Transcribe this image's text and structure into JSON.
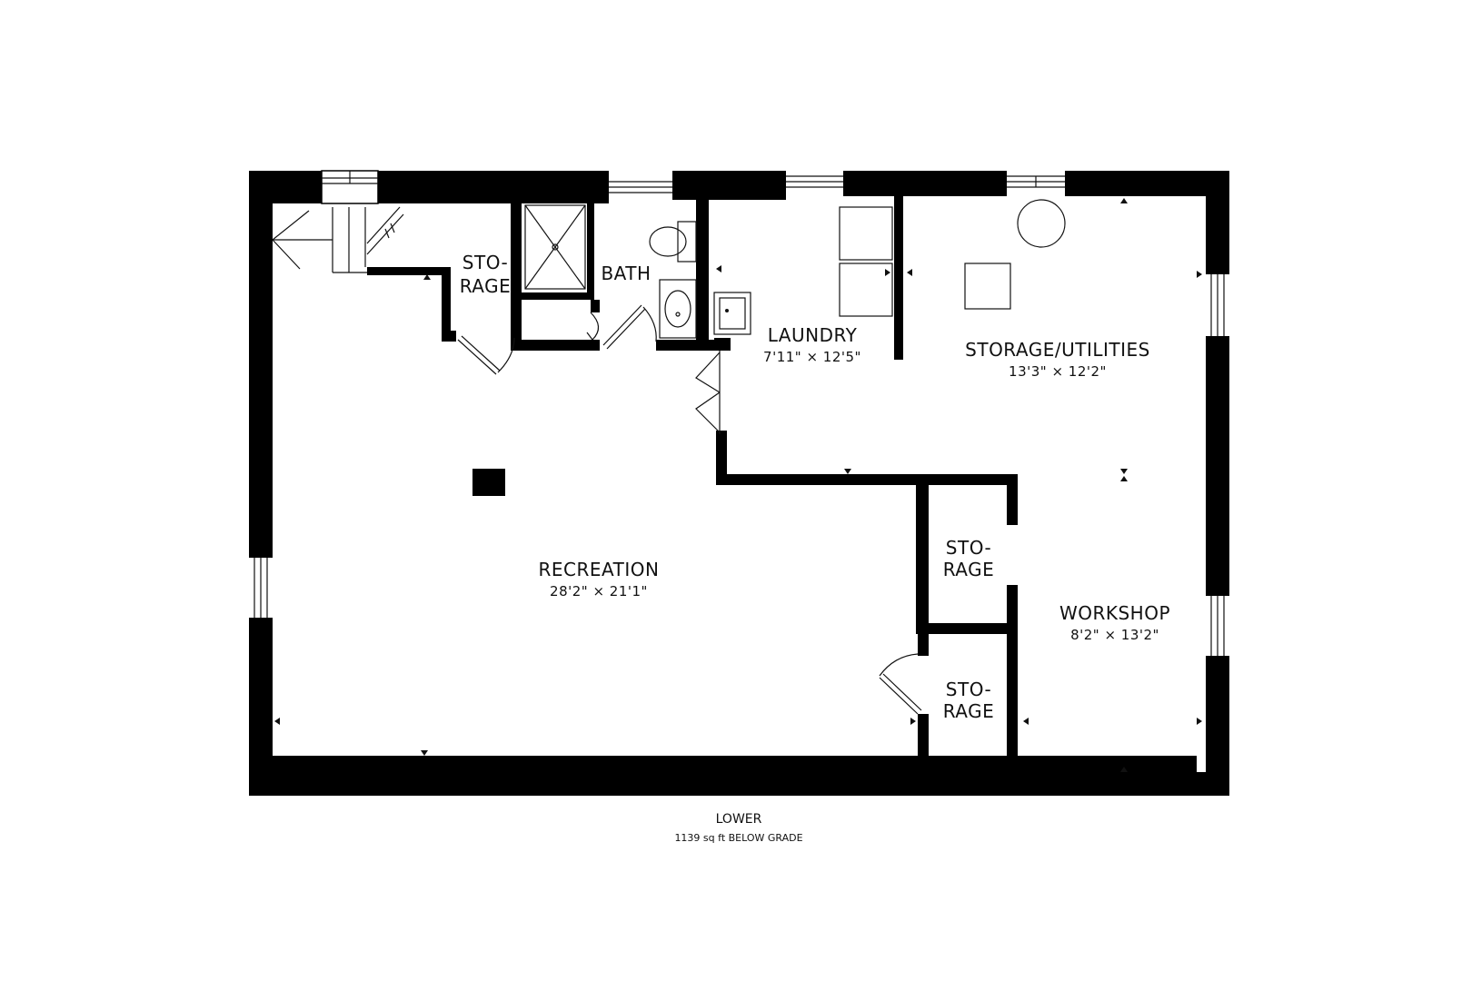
{
  "rooms": {
    "storage_top": {
      "line1": "STO-",
      "line2": "RAGE"
    },
    "bath": {
      "name": "BATH"
    },
    "laundry": {
      "name": "LAUNDRY",
      "dims": "7'11\" × 12'5\""
    },
    "storage_utilities": {
      "name": "STORAGE/UTILITIES",
      "dims": "13'3\" × 12'2\""
    },
    "recreation": {
      "name": "RECREATION",
      "dims": "28'2\" × 21'1\""
    },
    "storage_mid": {
      "line1": "STO-",
      "line2": "RAGE"
    },
    "storage_low": {
      "line1": "STO-",
      "line2": "RAGE"
    },
    "workshop": {
      "name": "WORKSHOP",
      "dims": "8'2\" × 13'2\""
    }
  },
  "floor": {
    "title": "LOWER",
    "area": "1139 sq ft BELOW GRADE"
  }
}
